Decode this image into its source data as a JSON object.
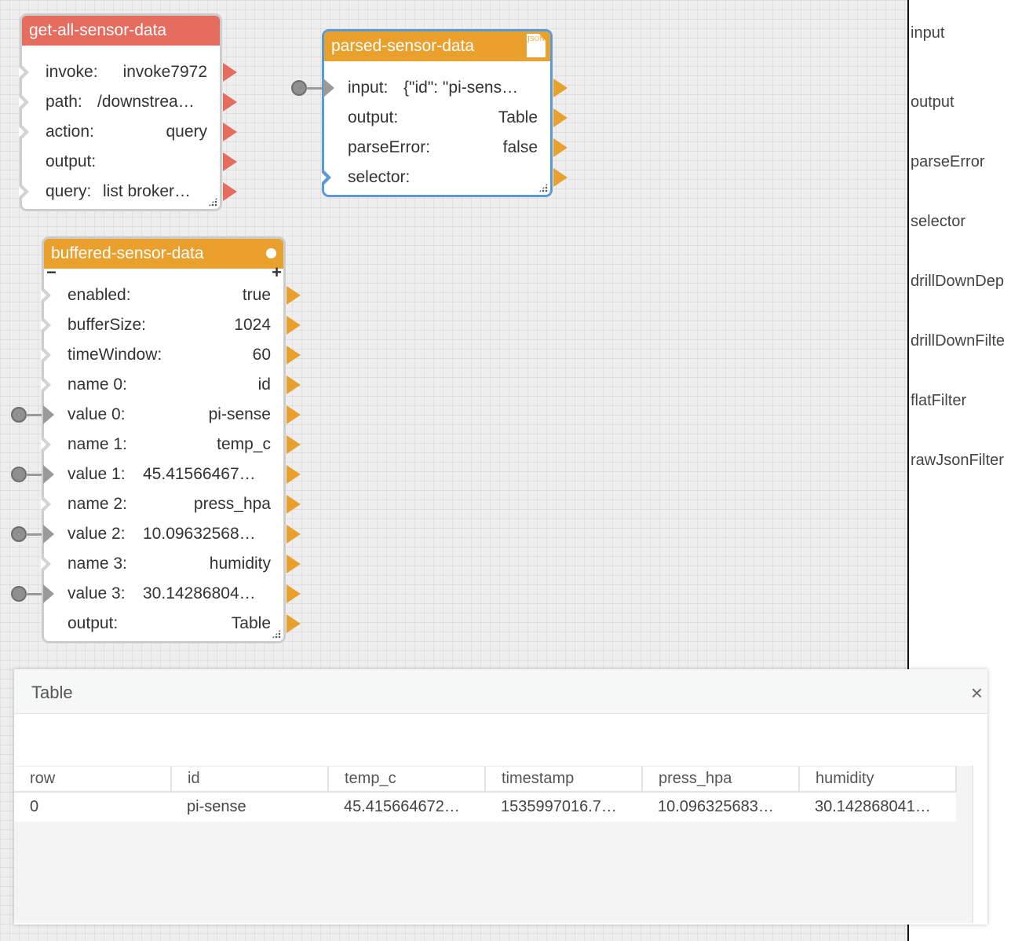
{
  "nodes": {
    "get_all_sensor_data": {
      "title": "get-all-sensor-data",
      "rows": [
        {
          "label": "invoke:",
          "value": "invoke7972"
        },
        {
          "label": "path:",
          "value": "/downstrea…"
        },
        {
          "label": "action:",
          "value": "query"
        },
        {
          "label": "output:",
          "value": ""
        },
        {
          "label": "query:",
          "value": "list broker…"
        }
      ]
    },
    "parsed_sensor_data": {
      "title": "parsed-sensor-data",
      "icon_text": "JSON",
      "rows": [
        {
          "label": "input:",
          "value": "{\"id\": \"pi-sens…"
        },
        {
          "label": "output:",
          "value": "Table"
        },
        {
          "label": "parseError:",
          "value": "false"
        },
        {
          "label": "selector:",
          "value": ""
        }
      ]
    },
    "buffered_sensor_data": {
      "title": "buffered-sensor-data",
      "minus": "−",
      "plus": "+",
      "rows": [
        {
          "label": "enabled:",
          "value": "true"
        },
        {
          "label": "bufferSize:",
          "value": "1024"
        },
        {
          "label": "timeWindow:",
          "value": "60"
        },
        {
          "label": "name 0:",
          "value": "id"
        },
        {
          "label": "value 0:",
          "value": "pi-sense"
        },
        {
          "label": "name 1:",
          "value": "temp_c"
        },
        {
          "label": "value 1:",
          "value": "45.41566467…"
        },
        {
          "label": "name 2:",
          "value": "press_hpa"
        },
        {
          "label": "value 2:",
          "value": "10.09632568…"
        },
        {
          "label": "name 3:",
          "value": "humidity"
        },
        {
          "label": "value 3:",
          "value": "30.14286804…"
        },
        {
          "label": "output:",
          "value": "Table"
        }
      ]
    }
  },
  "side_panel": {
    "items": [
      "input",
      "output",
      "parseError",
      "selector",
      "drillDownDep",
      "drillDownFilte",
      "flatFilter",
      "rawJsonFilter"
    ]
  },
  "table_dialog": {
    "title": "Table",
    "close": "×",
    "columns": [
      "row",
      "id",
      "temp_c",
      "timestamp",
      "press_hpa",
      "humidity"
    ],
    "rows": [
      [
        "0",
        "pi-sense",
        "45.415664672…",
        "1535997016.7…",
        "10.096325683…",
        "30.142868041…"
      ]
    ]
  },
  "colors": {
    "node_red": "#e46d5f",
    "node_orange": "#e9a02d",
    "selected_border": "#5b9bd5"
  }
}
